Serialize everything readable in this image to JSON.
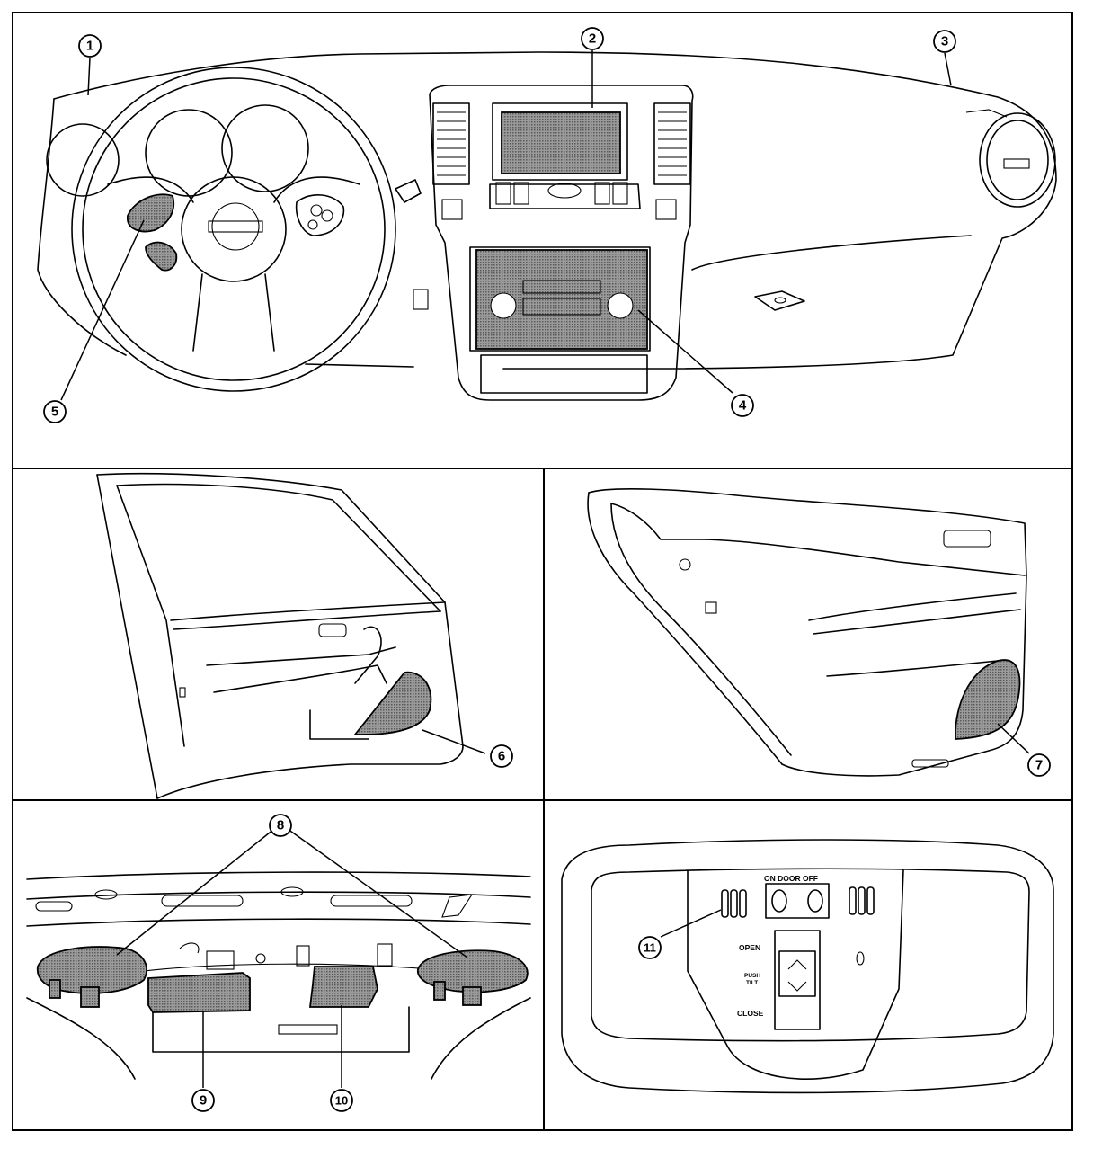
{
  "callouts": [
    "1",
    "2",
    "3",
    "4",
    "5",
    "6",
    "7",
    "8",
    "9",
    "10",
    "11"
  ],
  "map_lamp": {
    "door_switch_label": "ON DOOR OFF",
    "open_label": "OPEN",
    "push_label": "PUSH",
    "tilt_label": "TILT",
    "close_label": "CLOSE"
  },
  "colors": {
    "line": "#000000",
    "background": "#ffffff",
    "hatch": "#8c8c8c"
  }
}
